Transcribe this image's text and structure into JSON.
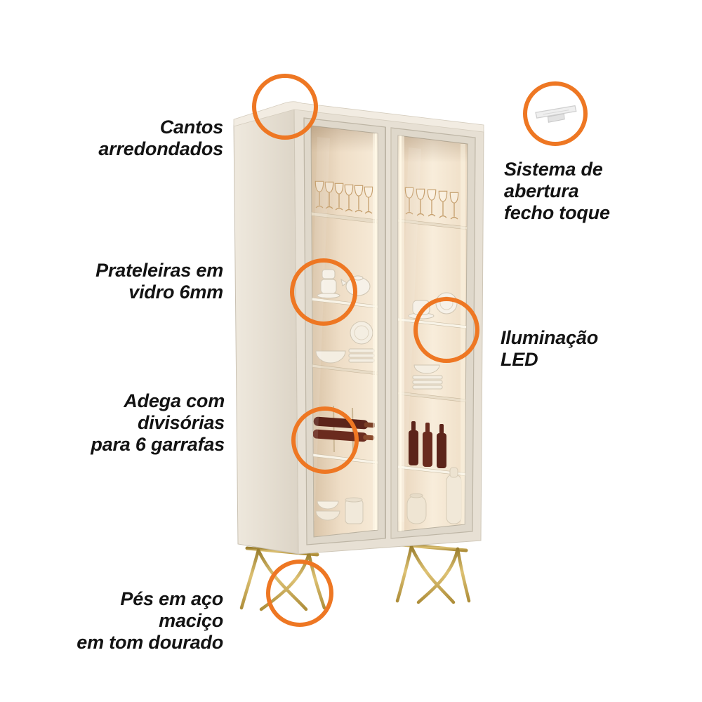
{
  "colors": {
    "accent": "#EE7723",
    "cabinet-body": "#E7E0D4",
    "interior-warm": "#F2E3CC",
    "gold": "#C9A84C"
  },
  "annotations": {
    "rounded_corners": {
      "line1": "Cantos",
      "line2": "arredondados"
    },
    "touch_opening": {
      "line1": "Sistema de abertura",
      "line2": "fecho toque"
    },
    "glass_shelves": {
      "line1": "Prateleiras em",
      "line2": "vidro 6mm"
    },
    "led_lighting": {
      "line1": "Iluminação",
      "line2": "LED"
    },
    "wine_rack": {
      "line1": "Adega com divisórias",
      "line2": "para 6 garrafas"
    },
    "golden_feet": {
      "line1": "Pés em aço maciço",
      "line2": "em tom dourado"
    }
  }
}
